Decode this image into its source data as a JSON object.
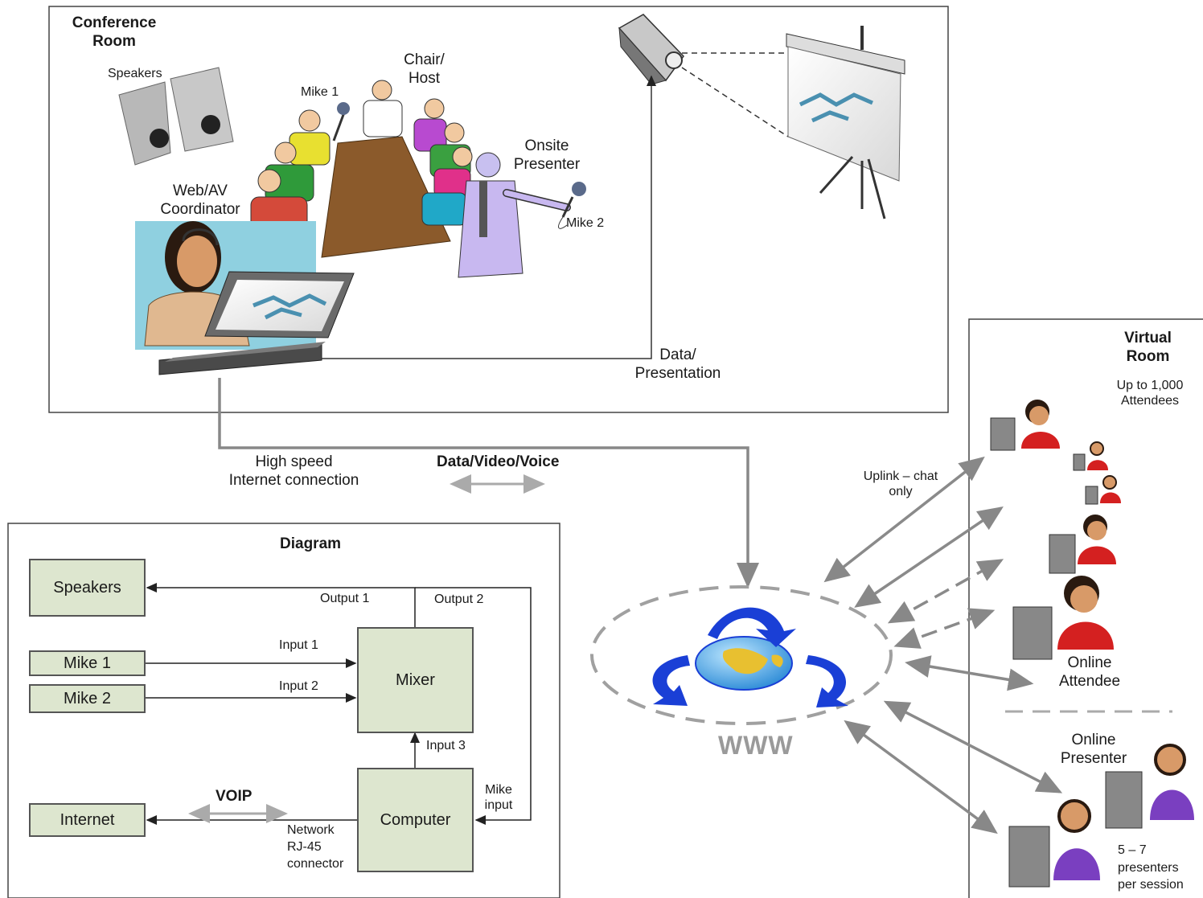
{
  "conference_room": {
    "title_line1": "Conference",
    "title_line2": "Room",
    "speakers": "Speakers",
    "mike1": "Mike 1",
    "chair_line1": "Chair/",
    "chair_line2": "Host",
    "onsite_line1": "Onsite",
    "onsite_line2": "Presenter",
    "mike2": "Mike 2",
    "coordinator_line1": "Web/AV",
    "coordinator_line2": "Coordinator",
    "data_line1": "Data/",
    "data_line2": "Presentation"
  },
  "connection": {
    "internet_line1": "High speed",
    "internet_line2": "Internet connection",
    "dvv": "Data/Video/Voice"
  },
  "virtual_room": {
    "title_line1": "Virtual",
    "title_line2": "Room",
    "capacity_line1": "Up to 1,000",
    "capacity_line2": "Attendees",
    "uplink_line1": "Uplink – chat",
    "uplink_line2": "only",
    "attendee_line1": "Online",
    "attendee_line2": "Attendee",
    "presenter_line1": "Online",
    "presenter_line2": "Presenter",
    "count_line1": "5 – 7",
    "count_line2": "presenters",
    "count_line3": "per session"
  },
  "www": "WWW",
  "diagram": {
    "title": "Diagram",
    "speakers": "Speakers",
    "mike1": "Mike 1",
    "mike2": "Mike 2",
    "internet": "Internet",
    "mixer": "Mixer",
    "computer": "Computer",
    "output1": "Output 1",
    "output2": "Output 2",
    "input1": "Input 1",
    "input2": "Input 2",
    "input3": "Input 3",
    "mike_input_line1": "Mike",
    "mike_input_line2": "input",
    "voip": "VOIP",
    "network_line1": "Network",
    "network_line2": "RJ-45",
    "network_line3": "connector"
  },
  "colors": {
    "box_fill": "#dde6cf",
    "arrow_gray": "#8a8a8a",
    "globe_blue": "#1a3fd6",
    "attendee_red": "#d42020",
    "presenter_purple": "#7a3fc0"
  }
}
